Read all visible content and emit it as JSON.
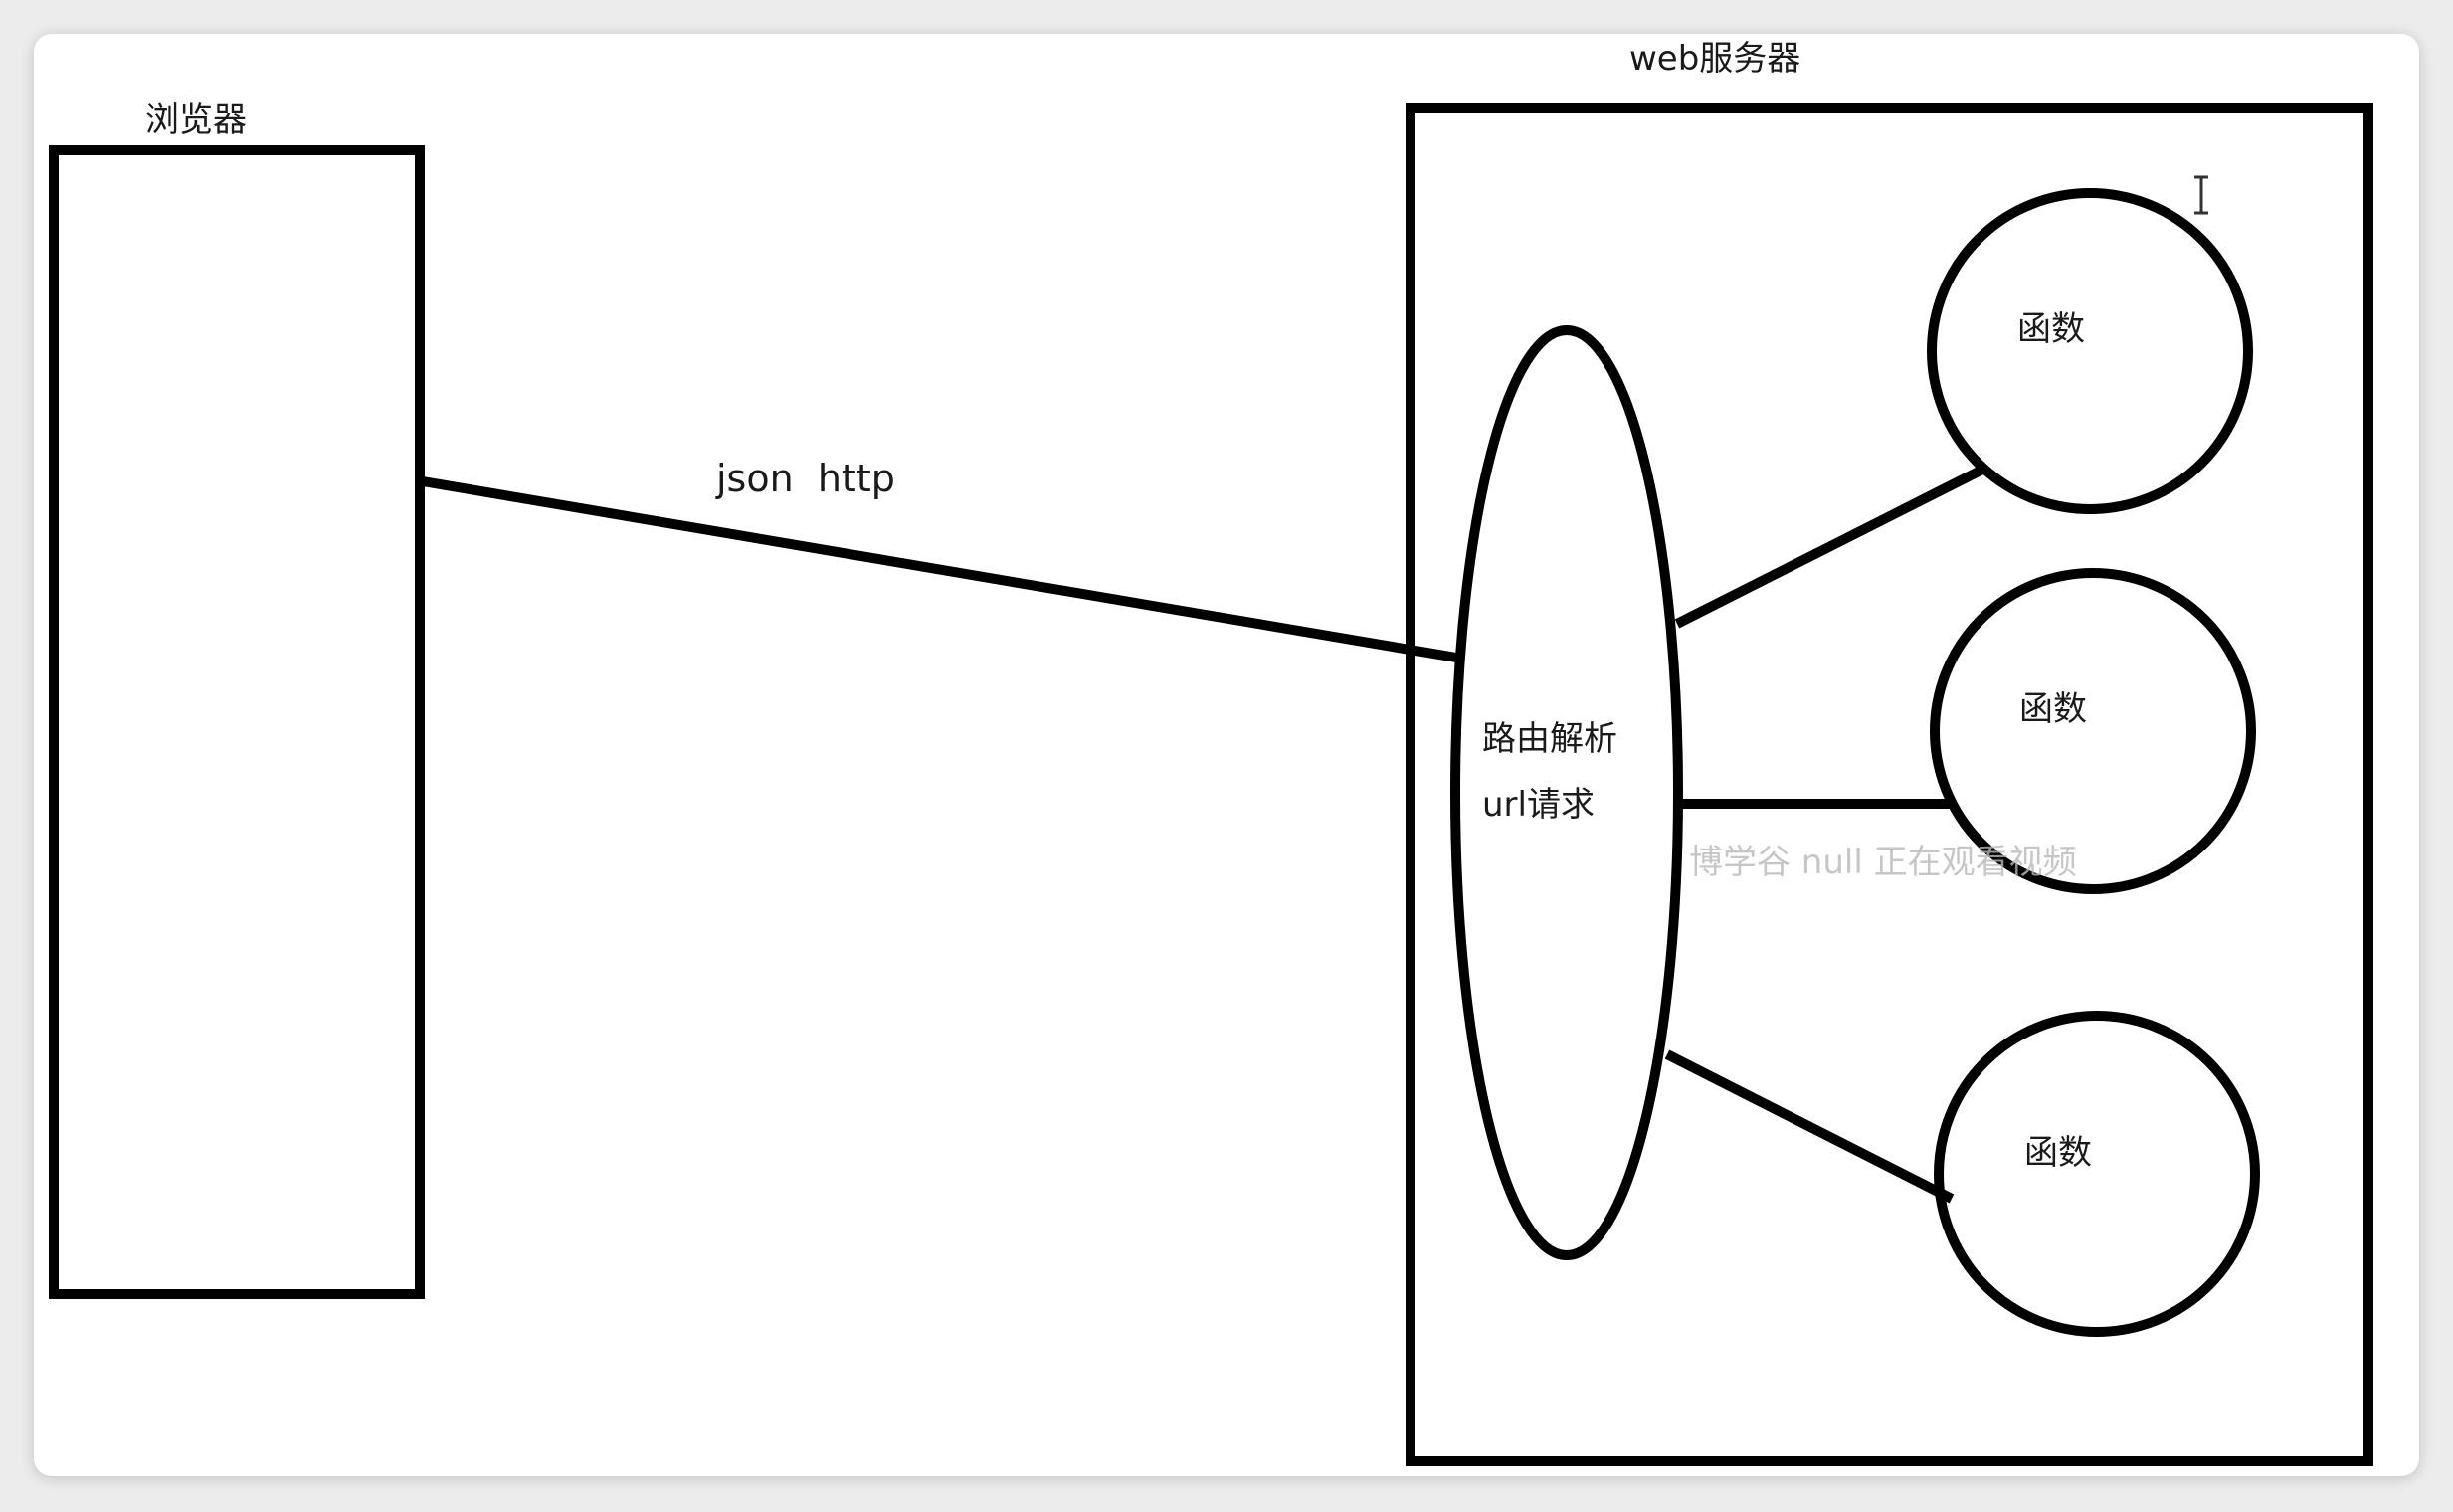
{
  "diagram": {
    "browser": {
      "label": "浏览器"
    },
    "server": {
      "label": "web服务器"
    },
    "connection": {
      "label": "json  http"
    },
    "router": {
      "line1": "路由解析",
      "line2": "url请求"
    },
    "functions": [
      {
        "label": "函数"
      },
      {
        "label": "函数"
      },
      {
        "label": "函数"
      }
    ]
  },
  "overlay": {
    "watermark": "博学谷 null 正在观看视频"
  },
  "colors": {
    "stroke": "#000000",
    "background": "#ffffff",
    "watermark": "#b8b8b8"
  }
}
